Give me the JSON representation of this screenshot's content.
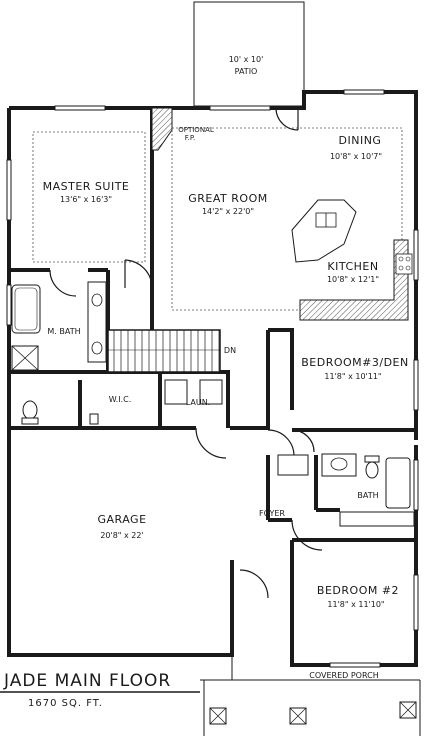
{
  "title": "JADE MAIN FLOOR",
  "subtitle": "1670 SQ.  FT.",
  "rooms": {
    "patio": {
      "dims": "10' x 10'",
      "name": "PATIO"
    },
    "master_suite": {
      "name": "MASTER SUITE",
      "dims": "13'6\" x 16'3\""
    },
    "great_room": {
      "name": "GREAT ROOM",
      "dims": "14'2\" x 22'0\""
    },
    "dining": {
      "name": "DINING",
      "dims": "10'8\" x 10'7\""
    },
    "kitchen": {
      "name": "KITCHEN",
      "dims": "10'8\" x 12'1\""
    },
    "bedroom3": {
      "name": "BEDROOM#3/DEN",
      "dims": "11'8\" x 10'11\""
    },
    "m_bath": {
      "name": "M. BATH"
    },
    "wic": {
      "name": "W.I.C."
    },
    "laundry": {
      "name": "LAUN."
    },
    "bath": {
      "name": "BATH"
    },
    "foyer": {
      "name": "FOYER"
    },
    "garage": {
      "name": "GARAGE",
      "dims": "20'8\" x 22'"
    },
    "bedroom2": {
      "name": "BEDROOM #2",
      "dims": "11'8\" x 11'10\""
    },
    "porch": {
      "name": "COVERED PORCH"
    }
  },
  "notes": {
    "fireplace_line1": "OPTIONAL",
    "fireplace_line2": "F.P.",
    "stair_dn": "DN"
  }
}
